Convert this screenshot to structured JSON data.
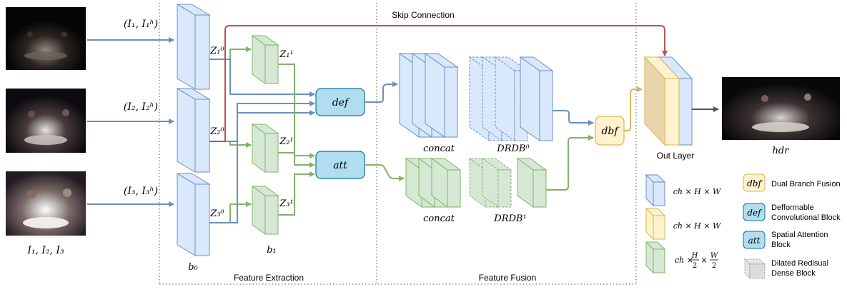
{
  "sections": {
    "skip": "Skip Connection",
    "extraction": "Feature Extraction",
    "fusion": "Feature Fusion",
    "outlayer": "Out Layer"
  },
  "inputs": {
    "pair1": "(I₁, I₁ʰ)",
    "pair2": "(I₂, I₂ʰ)",
    "pair3": "(I₃, I₃ʰ)",
    "caption": "I₁, I₂, I₃"
  },
  "encoders": {
    "b0": "b₀",
    "b1": "b₁",
    "z1_0": "Z₁⁰",
    "z2_0": "Z₂⁰",
    "z3_0": "Z₃⁰",
    "z1_1": "Z₁¹",
    "z2_1": "Z₂¹",
    "z3_1": "Z₃¹"
  },
  "blocks": {
    "def": "def",
    "att": "att",
    "dbf": "dbf"
  },
  "fusion_labels": {
    "concat_top": "concat",
    "concat_bottom": "concat",
    "drdb0": "DRDB⁰",
    "drdb1": "DRDB¹"
  },
  "output": {
    "hdr": "hdr"
  },
  "legend": {
    "dims_full_1": "ch × H × W",
    "dims_full_2": "ch × H × W",
    "dims_half_prefix": "ch ×",
    "dims_half_H": "H",
    "dims_half_W": "W",
    "dims_half_div": "2",
    "dims_half_times": "×",
    "dbf_sym": "dbf",
    "dbf_text": "Dual Branch Fusion",
    "def_sym": "def",
    "def_text_1": "Defformable",
    "def_text_2": "Convolutional Block",
    "att_sym": "att",
    "att_text_1": "Spatial Attention",
    "att_text_2": "Block",
    "drdb_text_1": "Dilated Redisual",
    "drdb_text_2": "Dense Block"
  },
  "colors": {
    "blue_fill": "#dae8fc",
    "blue_stroke": "#6c8ebf",
    "green_fill": "#d5e8d4",
    "green_stroke": "#82b366",
    "yellow_fill": "#fff2cc",
    "yellow_stroke": "#d6b656",
    "teal_fill": "#b1ddf0",
    "teal_stroke": "#10739e",
    "red_arrow": "#b85450",
    "gray_arrow": "#555555",
    "dashed_gray": "#9a9a9a"
  }
}
